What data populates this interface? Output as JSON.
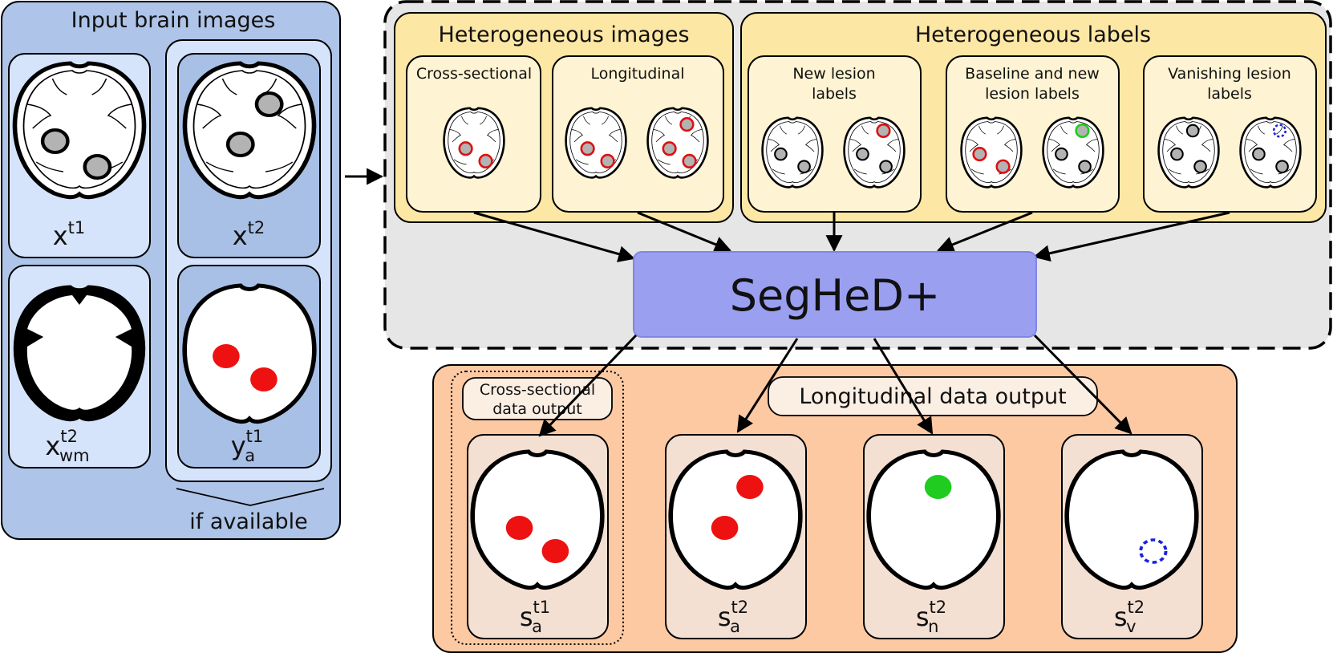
{
  "input_panel": {
    "title": "Input brain images",
    "if_available": "if available",
    "x_t1": {
      "base": "x",
      "sup": "t1",
      "sub": ""
    },
    "x_t2": {
      "base": "x",
      "sup": "t2",
      "sub": ""
    },
    "x_t2_wm": {
      "base": "x",
      "sup": "t2",
      "sub": "wm"
    },
    "y_t1_a": {
      "base": "y",
      "sup": "t1",
      "sub": "a"
    }
  },
  "images_group": {
    "title": "Heterogeneous images",
    "cross_sectional": "Cross-sectional",
    "longitudinal": "Longitudinal"
  },
  "labels_group": {
    "title": "Heterogeneous labels",
    "new_lesion": [
      "New lesion",
      "labels"
    ],
    "baseline_new": [
      "Baseline and new",
      "lesion labels"
    ],
    "vanishing": [
      "Vanishing lesion",
      "labels"
    ]
  },
  "model": {
    "name": "SegHeD+"
  },
  "output_panel": {
    "cross_sectional_output": [
      "Cross-sectional",
      "data output"
    ],
    "longitudinal_output": "Longitudinal data output",
    "s_t1_a": {
      "base": "s",
      "sup": "t1",
      "sub": "a"
    },
    "s_t2_a": {
      "base": "s",
      "sup": "t2",
      "sub": "a"
    },
    "s_t2_n": {
      "base": "s",
      "sup": "t2",
      "sub": "n"
    },
    "s_t2_v": {
      "base": "s",
      "sup": "t2",
      "sub": "v"
    }
  },
  "colors": {
    "input_bg": "#aec4e8",
    "input_card": "#d6e4fb",
    "input_card_dark": "#a9c0e6",
    "outer_dashed_bg": "#e6e6e6",
    "yellow_bg": "#fde7a4",
    "yellow_card": "#fef3d2",
    "model_bg": "#9a9ff0",
    "model_border": "#8186e6",
    "output_bg": "#fcc9a3",
    "output_card": "#f3e0d3",
    "output_label": "#fbeee3",
    "lesion_red": "#ee1111",
    "lesion_green": "#1fcc1f",
    "lesion_blue": "#1a22dd",
    "lesion_gray": "#b3b3b3"
  }
}
